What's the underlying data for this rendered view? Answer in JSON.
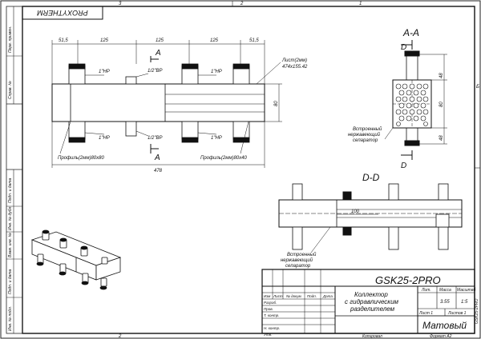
{
  "sheet": {
    "zone_top_1": "3",
    "zone_top_2": "2",
    "zone_bottom": "2",
    "zone_right": "Б",
    "zone_top_3": "1",
    "copied_label": "Копировал",
    "format_label": "Формат A2",
    "side_code": "GSK25-2PRO"
  },
  "stamp": {
    "code": "GSK25-2PRO",
    "title_line1": "Коллектор",
    "title_line2": "с гидравлическим",
    "title_line3": "разделителем",
    "finish": "Матовый",
    "col_lit": "Лит.",
    "col_mass": "Масса",
    "col_scale": "Масштаб",
    "mass": "3.55",
    "scale": "1:5",
    "sheet": "Лист 1",
    "sheets": "Листов 1",
    "row_change": "Изм",
    "row_sheet": "Лист",
    "row_doc": "№ докум.",
    "row_sign": "Подп.",
    "row_date": "Дата",
    "razrab": "Разраб.",
    "prov": "Пров.",
    "tkontr": "Т. контр.",
    "nkontr": "Н. контр.",
    "utv": "Утв."
  },
  "left_strip": {
    "perv": "Перв. примен.",
    "sprav": "Справ. №",
    "podp_date_1": "Подп. и дата",
    "inv_dubl": "Инв. № дубл.",
    "vzam": "Взам. инв. №",
    "podp_date_2": "Подп. и дата",
    "inv_podl": "Инв. № подл."
  },
  "top_box": "PROXYTHERM",
  "front": {
    "dims": [
      "51,5",
      "125",
      "125",
      "125",
      "51,5"
    ],
    "total": "478",
    "height": "80",
    "section_letter": "A",
    "note_top_left": "1\"НР",
    "note_top_mid": "1/2\"ВР",
    "note_top_right": "1\"НР",
    "note_bot_left": "1\"НР",
    "note_bot_mid": "1/2\"ВР",
    "note_bot_right": "1\"НР",
    "sheet_note_1": "Лист(2мм)",
    "sheet_note_2": "474x155.42",
    "profile_left": "Профиль(2мм)80x80",
    "profile_right": "Профиль(2мм)80x40"
  },
  "section_aa": {
    "title": "А-А",
    "letter": "D",
    "dim_top": "48",
    "dim_mid": "80",
    "dim_bot": "48",
    "note_1": "Встроенный",
    "note_2": "нержавеющий",
    "note_3": "сепаратор"
  },
  "section_dd": {
    "title": "D-D",
    "dim": "100",
    "note_1": "Встроенный",
    "note_2": "нержавеющий",
    "note_3": "сепаратор"
  }
}
